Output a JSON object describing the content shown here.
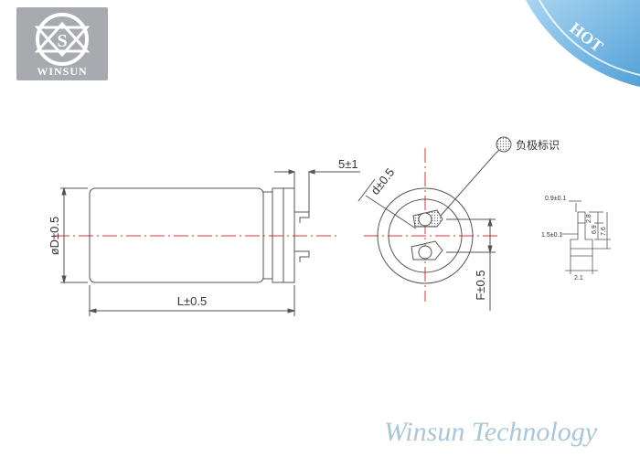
{
  "logo": {
    "brand": "WINSUN",
    "mark": "S"
  },
  "badge": {
    "text": "HOT"
  },
  "side_view": {
    "diameter_label": "øD±0.5",
    "length_label": "L±0.5",
    "lead_label": "5±1"
  },
  "end_view": {
    "hole_label": "d±0.5",
    "pitch_label": "F±0.5",
    "polarity_label": "负极标识"
  },
  "terminal_detail": {
    "top_dim": "0.9±0.1",
    "mid_dim": "1.5±0.1",
    "bottom_dim": "2.1",
    "side_dim_a": "2.8",
    "side_dim_b": "6.9",
    "side_dim_c": "7.6"
  },
  "footer": {
    "company": "Winsun Technology"
  },
  "colors": {
    "centerline": "#e03030",
    "outline": "#555555",
    "brand_grey": "#a7abb0",
    "footer_blue": "#a8c6dc"
  }
}
